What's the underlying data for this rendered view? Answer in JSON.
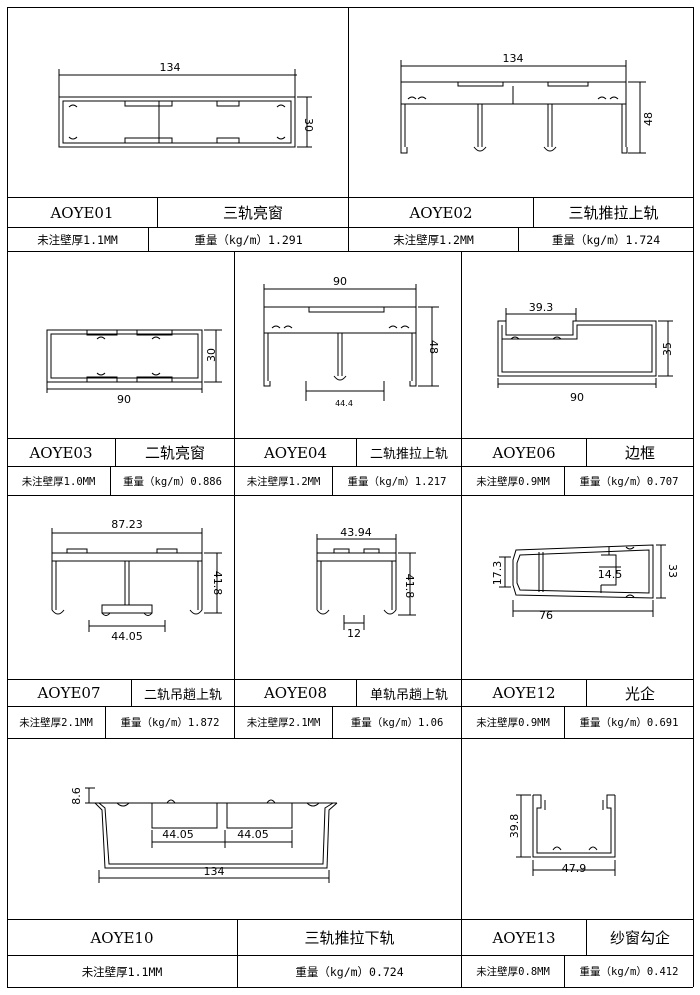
{
  "profiles": [
    {
      "code": "AOYE01",
      "name": "三轨亮窗",
      "thickness": "未注壁厚1.1MM",
      "weight": "重量（kg/m）1.291",
      "dims": [
        "134",
        "30"
      ]
    },
    {
      "code": "AOYE02",
      "name": "三轨推拉上轨",
      "thickness": "未注壁厚1.2MM",
      "weight": "重量（kg/m）1.724",
      "dims": [
        "134",
        "48"
      ]
    },
    {
      "code": "AOYE03",
      "name": "二轨亮窗",
      "thickness": "未注壁厚1.0MM",
      "weight": "重量（kg/m）0.886",
      "dims": [
        "90",
        "30"
      ]
    },
    {
      "code": "AOYE04",
      "name": "二轨推拉上轨",
      "thickness": "未注壁厚1.2MM",
      "weight": "重量（kg/m）1.217",
      "dims": [
        "90",
        "48",
        "44.4"
      ]
    },
    {
      "code": "AOYE06",
      "name": "边框",
      "thickness": "未注壁厚0.9MM",
      "weight": "重量（kg/m）0.707",
      "dims": [
        "39.3",
        "35",
        "90"
      ]
    },
    {
      "code": "AOYE07",
      "name": "二轨吊趟上轨",
      "thickness": "未注壁厚2.1MM",
      "weight": "重量（kg/m）1.872",
      "dims": [
        "87.23",
        "41.8",
        "44.05"
      ]
    },
    {
      "code": "AOYE08",
      "name": "单轨吊趟上轨",
      "thickness": "未注壁厚2.1MM",
      "weight": "重量（kg/m）1.06",
      "dims": [
        "43.94",
        "41.8",
        "12"
      ]
    },
    {
      "code": "AOYE12",
      "name": "光企",
      "thickness": "未注壁厚0.9MM",
      "weight": "重量（kg/m）0.691",
      "dims": [
        "17.3",
        "14.5",
        "33",
        "76"
      ]
    },
    {
      "code": "AOYE10",
      "name": "三轨推拉下轨",
      "thickness": "未注壁厚1.1MM",
      "weight": "重量（kg/m）0.724",
      "dims": [
        "8.6",
        "44.05",
        "44.05",
        "134"
      ]
    },
    {
      "code": "AOYE13",
      "name": "纱窗勾企",
      "thickness": "未注壁厚0.8MM",
      "weight": "重量（kg/m）0.412",
      "dims": [
        "39.8",
        "47.9"
      ]
    }
  ]
}
